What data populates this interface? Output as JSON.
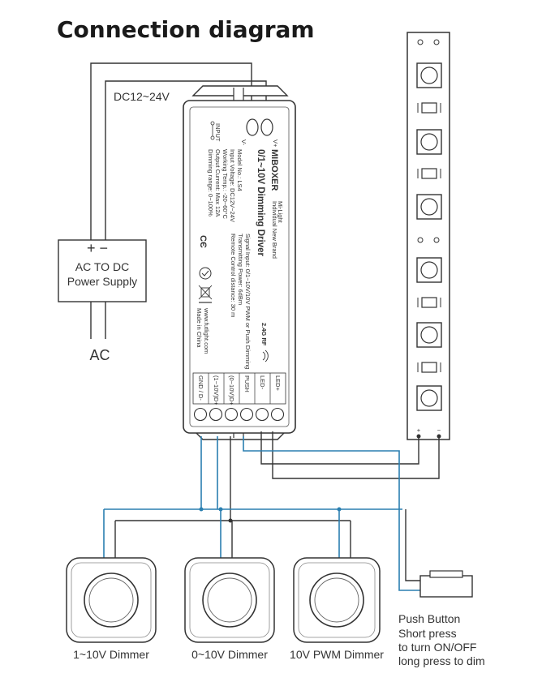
{
  "title": "Connection diagram",
  "wires": {
    "dc_label": "DC12~24V",
    "ac_label": "AC"
  },
  "power_supply": {
    "polarity": "+ −",
    "line1": "AC TO DC",
    "line2": "Power Supply"
  },
  "driver": {
    "brand": "MIBOXER",
    "brand_sub1": "Mi-Light",
    "brand_sub2": "Individual New Brand",
    "product": "0/1~10V Dimming Driver",
    "input_label": "INPUT",
    "input_minus": "V-",
    "input_plus": "V+",
    "specs": [
      "Model No.: LS4",
      "Input Voltage: DC12V~24V",
      "Working Temp.: -20~60°C",
      "Output Current: Max 12A",
      "Dimming range: 0~100%"
    ],
    "signals": [
      "Signal Input: 0/1~10V/10V PWM or Push Dimming",
      "Transmitting Power: 6dBm",
      "Remote Control distance: 30 m"
    ],
    "rf": "2.4G RF",
    "website": "www.futlight.com",
    "made_in": "Made in China",
    "terminals": [
      "GND / D-",
      "(1~10V)D+",
      "(0~10V)D+",
      "PUSH",
      "LED-",
      "LED+"
    ]
  },
  "strip": {
    "plus": "+",
    "minus": "−"
  },
  "dimmers": [
    "1~10V Dimmer",
    "0~10V Dimmer",
    "10V PWM Dimmer"
  ],
  "push_button": {
    "title": "Push Button",
    "desc": [
      "Short press",
      "to turn ON/OFF",
      "long press to dim"
    ]
  },
  "colors": {
    "wire": "#333333",
    "signal_wire": "#2a7fb0",
    "driver_body": "#ffffff",
    "dimmer_face": "#ffffff"
  }
}
